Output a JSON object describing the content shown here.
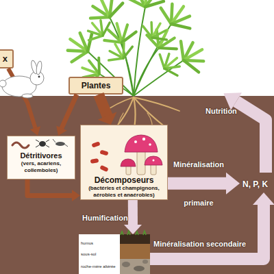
{
  "diagram": {
    "nodes": [
      {
        "text": [
          "x"
        ]
      },
      {
        "text": [
          "Plantes"
        ]
      },
      {
        "text": [
          "Détritivores",
          "(vers, acariens, collemboles)"
        ]
      },
      {
        "text": [
          "Décomposeurs",
          "(bactéries et champignons, aérobies et anaérobies)"
        ]
      },
      {
        "text": [
          "N, P, K"
        ]
      },
      {
        "text": [
          "humus",
          "sous-sol",
          "roche-mère altérée"
        ]
      }
    ],
    "edges": [
      {
        "from": 0,
        "to": 2,
        "arrow": "to"
      },
      {
        "from": 1,
        "to": 2,
        "arrow": "to"
      },
      {
        "from": 1,
        "to": 3,
        "arrow": "to"
      },
      {
        "from": 2,
        "to": 3,
        "arrow": "to"
      },
      {
        "from": 3,
        "to": 4,
        "label": "Minéralisation primaire",
        "arrow": "to"
      },
      {
        "from": 3,
        "to": 5,
        "label": "Humification",
        "arrow": "to"
      },
      {
        "from": 5,
        "to": 4,
        "label": "Minéralisation secondaire",
        "arrow": "to"
      }
    ],
    "labels": [
      "Nutrition"
    ]
  }
}
